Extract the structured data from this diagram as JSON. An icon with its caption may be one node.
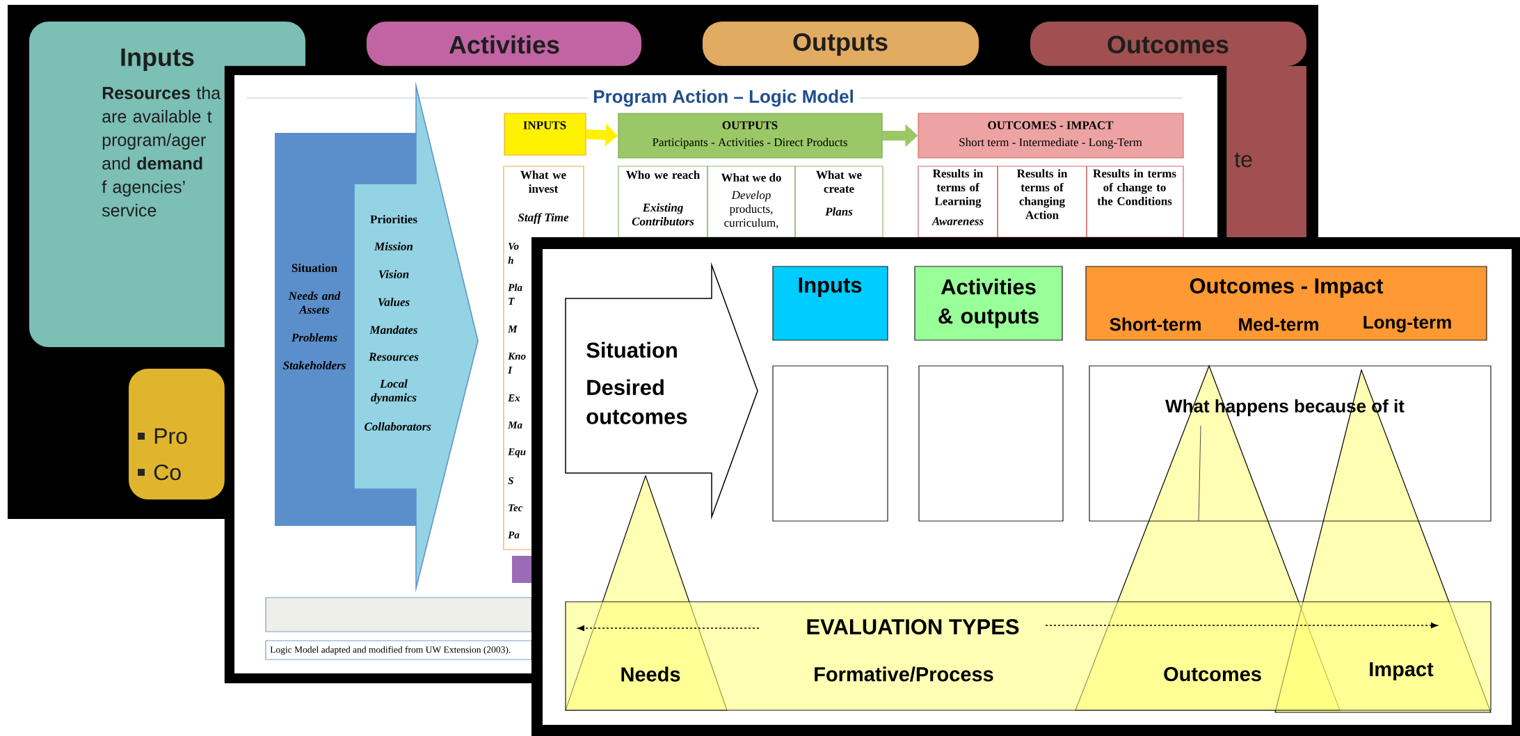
{
  "diagram": {
    "nodes": [
      {
        "text": [
          "Inputs",
          "**Resources** tha are available t program/ager and **demand** f agencies’ service"
        ]
      },
      {
        "text": [
          "Activities"
        ]
      },
      {
        "text": [
          "Outputs"
        ]
      },
      {
        "text": [
          "Outcomes"
        ]
      },
      {
        "text": [
          "Pro",
          "Co"
        ]
      },
      {
        "text": [
          "Situation",
          "Needs and Assets",
          "Problems",
          "Stakeholders"
        ]
      },
      {
        "text": [
          "Priorities",
          "Mission",
          "Vision",
          "Values",
          "Mandates",
          "Resources",
          "Local dynamics",
          "Collaborators"
        ]
      },
      {
        "text": [
          "INPUTS"
        ]
      },
      {
        "text": [
          "OUTPUTS",
          "Participants - Activities - Direct Products"
        ]
      },
      {
        "text": [
          "OUTCOMES - IMPACT",
          "Short term - Intermediate - Long-Term"
        ]
      },
      {
        "text": [
          "What we invest",
          "Staff Time",
          "Vo",
          "h",
          "Pla",
          "T",
          "M",
          "Kno",
          "I",
          "Ex",
          "Ma",
          "Equ",
          "S",
          "Tec",
          "Pa"
        ]
      },
      {
        "text": [
          "Who we reach",
          "Existing Contributors"
        ]
      },
      {
        "text": [
          "What we do",
          "*Develop* products, curriculum,"
        ]
      },
      {
        "text": [
          "What we create",
          "Plans"
        ]
      },
      {
        "text": [
          "Results in terms of Learning",
          "Awareness"
        ]
      },
      {
        "text": [
          "Results in terms of changing Action"
        ]
      },
      {
        "text": [
          "Results in terms of change to the Conditions"
        ]
      },
      {
        "text": [],
        "shape": "box"
      },
      {
        "text": [
          "Logic Model adapted and modified from UW Extension (2003)."
        ]
      },
      {
        "text": [
          "Situation",
          "Desired outcomes"
        ]
      },
      {
        "text": [
          "Inputs"
        ]
      },
      {
        "text": [
          "Activities & outputs"
        ]
      },
      {
        "text": [
          "Outcomes - Impact",
          "Short-term",
          "Med-term",
          "Long-term"
        ]
      },
      {
        "text": [],
        "shape": "box"
      },
      {
        "text": [],
        "shape": "box"
      },
      {
        "text": [
          "What happens because of it"
        ]
      },
      {
        "text": [
          "EVALUATION TYPES"
        ]
      }
    ],
    "edges": [
      {
        "from": 7,
        "to": 8,
        "arrow": "to",
        "color": "#fff200"
      },
      {
        "from": 8,
        "to": 9,
        "arrow": "to",
        "color": "#9bc866"
      }
    ],
    "labels": [
      "te",
      "Program Action – Logic Model",
      "Needs",
      "Formative/Process",
      "Outcomes",
      "Impact"
    ]
  }
}
